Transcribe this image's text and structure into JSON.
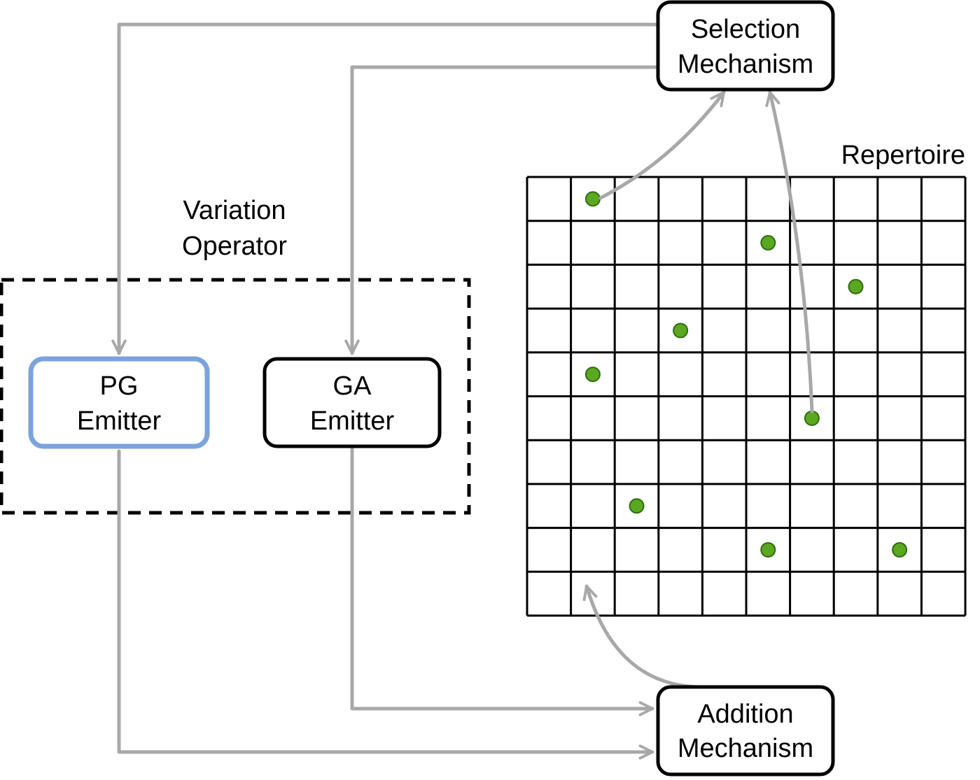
{
  "nodes": {
    "selection": {
      "line1": "Selection",
      "line2": "Mechanism"
    },
    "addition": {
      "line1": "Addition",
      "line2": "Mechanism"
    },
    "pg_emitter": {
      "line1": "PG",
      "line2": "Emitter"
    },
    "ga_emitter": {
      "line1": "GA",
      "line2": "Emitter"
    }
  },
  "group": {
    "line1": "Variation",
    "line2": "Operator"
  },
  "repertoire": {
    "title": "Repertoire",
    "rows": 10,
    "cols": 10,
    "filled_cells": [
      [
        1,
        0
      ],
      [
        5,
        1
      ],
      [
        7,
        2
      ],
      [
        3,
        3
      ],
      [
        1,
        4
      ],
      [
        6,
        5
      ],
      [
        2,
        7
      ],
      [
        5,
        8
      ],
      [
        8,
        8
      ]
    ]
  },
  "colors": {
    "arrow": "#a8a8a8",
    "pg_border": "#7ba3dc",
    "box_border": "#000000",
    "dot_fill": "#5aa820",
    "dot_stroke": "#2f6b10"
  }
}
